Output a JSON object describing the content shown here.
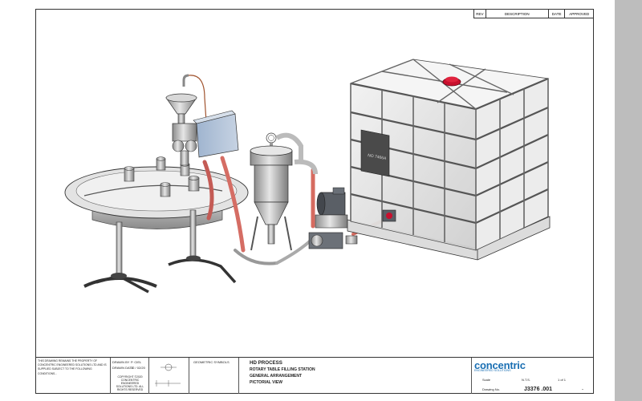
{
  "revision_table": {
    "rev": "REV",
    "description": "DESCRIPTION",
    "date": "DATE",
    "approved": "APPROVED"
  },
  "drawing_labels": {
    "tank_plate": "NO 7466A"
  },
  "title_block": {
    "notes": "THIS DRAWING REMAINS THE PROPERTY OF CONCENTRIC ENGINEERED SOLUTIONS LTD AND IS SUPPLIED SUBJECT TO THE FOLLOWING CONDITIONS...",
    "drawn_by_label": "DRAWN BY",
    "drawn_by_value": "P. CIEL",
    "drawn_date_label": "DRAWN DATE",
    "drawn_date_value": "12 / 02/20",
    "copyright": "COPYRIGHT ©2020 CONCENTRIC ENGINEERED SOLUTIONS LTD. ALL RIGHTS RESERVED",
    "geometric_symbols": "GEOMETRIC SYMBOLS",
    "project_line1": "HD PROCESS",
    "project_line2": "ROTARY TABLE FILLING STATION",
    "project_line3": "GENERAL ARRANGEMENT",
    "project_line4": "PICTORIAL VIEW",
    "company": "concentric",
    "company_tagline": "ENGINEERED SOLUTIONS",
    "scale_label": "Scale",
    "scale_value": "N.T.S.",
    "sheet_value": "1 of 1",
    "drawing_no_label": "Drawing No.",
    "drawing_no": "J3376 .001",
    "rev_value": "-"
  }
}
